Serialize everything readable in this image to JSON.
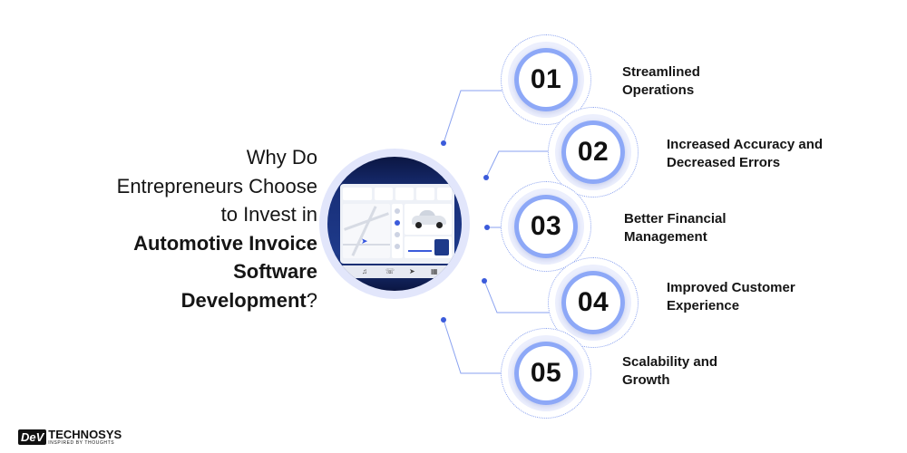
{
  "headline": {
    "line1": "Why Do",
    "line2": "Entrepreneurs Choose",
    "line3": "to Invest in",
    "line4": "Automotive Invoice",
    "line5": "Software",
    "line6_bold": "Development",
    "line6_tail": "?"
  },
  "steps": [
    {
      "number": "01",
      "line1": "Streamlined",
      "line2": "Operations"
    },
    {
      "number": "02",
      "line1": "Increased Accuracy and",
      "line2": "Decreased Errors"
    },
    {
      "number": "03",
      "line1": "Better Financial",
      "line2": "Management"
    },
    {
      "number": "04",
      "line1": "Improved Customer",
      "line2": "Experience"
    },
    {
      "number": "05",
      "line1": "Scalability and",
      "line2": "Growth"
    }
  ],
  "logo": {
    "mark": "DeV",
    "name": "TECHNOSYS",
    "tagline": "INSPIRED BY THOUGHTS"
  },
  "colors": {
    "accent": "#8da8f7",
    "connector": "#8aa2f0",
    "dot": "#3b5bdb"
  },
  "icons": [
    "navigation-arrow-icon",
    "music-icon",
    "phone-icon",
    "location-icon",
    "grid-icon"
  ]
}
